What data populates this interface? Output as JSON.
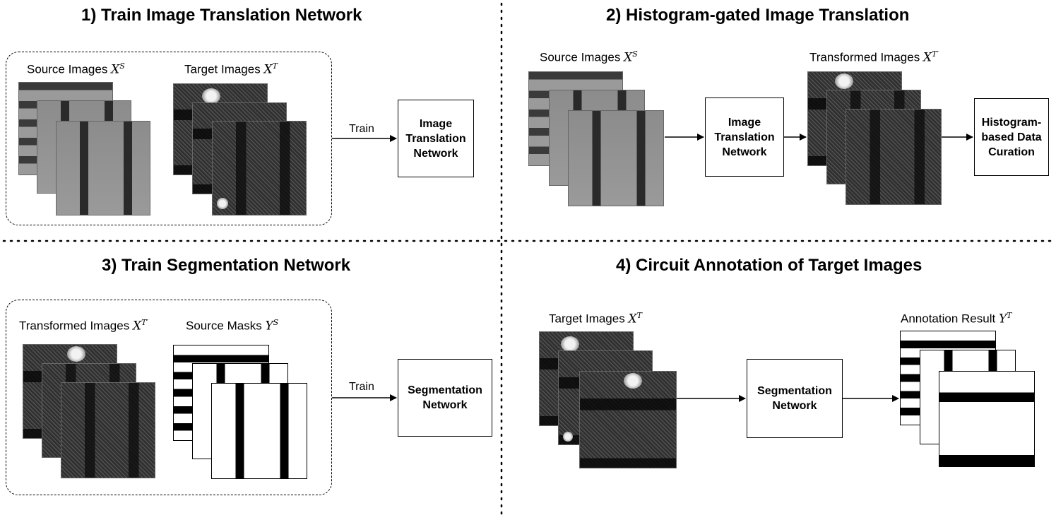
{
  "panels": {
    "p1": {
      "title": "1) Train Image Translation Network",
      "source_label": "Source Images",
      "source_symbol": "X",
      "source_sup": "S",
      "target_label": "Target Images",
      "target_symbol": "X",
      "target_sup": "T",
      "arrow_label": "Train",
      "box_lines": [
        "Image",
        "Translation",
        "Network"
      ]
    },
    "p2": {
      "title": "2) Histogram-gated Image Translation",
      "source_label": "Source Images",
      "source_symbol": "X",
      "source_sup": "S",
      "transformed_label": "Transformed Images",
      "transformed_symbol": "X",
      "transformed_sup": "T′",
      "box1_lines": [
        "Image",
        "Translation",
        "Network"
      ],
      "box2_lines": [
        "Histogram-",
        "based Data",
        "Curation"
      ]
    },
    "p3": {
      "title": "3) Train Segmentation Network",
      "transformed_label": "Transformed Images",
      "transformed_symbol": "X",
      "transformed_sup": "T′",
      "masks_label": "Source Masks",
      "masks_symbol": "Y",
      "masks_sup": "S",
      "arrow_label": "Train",
      "box_lines": [
        "Segmentation",
        "Network"
      ]
    },
    "p4": {
      "title": "4) Circuit Annotation of Target Images",
      "target_label": "Target Images",
      "target_symbol": "X",
      "target_sup": "T",
      "result_label": "Annotation Result",
      "result_symbol": "Y",
      "result_sup": "T",
      "box_lines": [
        "Segmentation",
        "Network"
      ]
    }
  }
}
